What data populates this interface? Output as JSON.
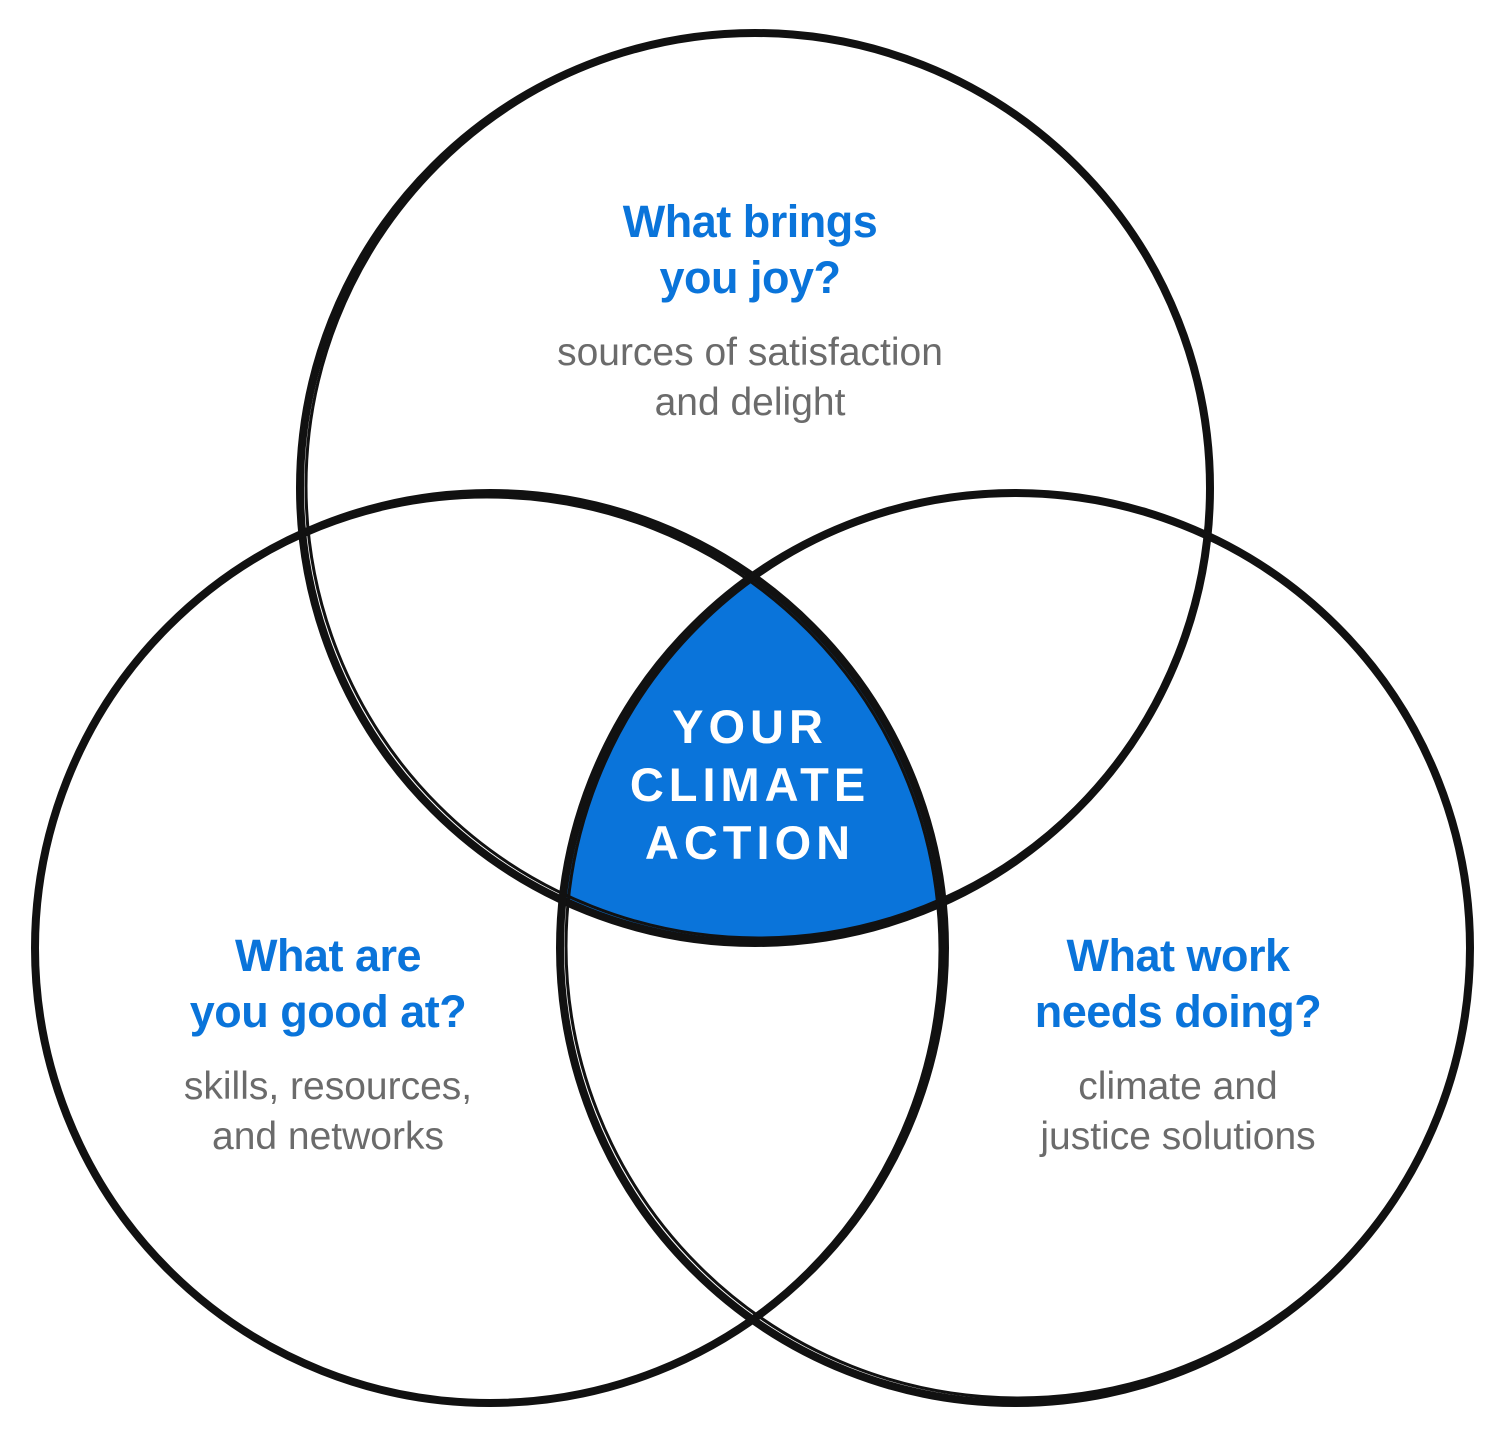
{
  "colors": {
    "accent": "#0a74da",
    "center_fill": "#0a74da",
    "outline": "#111111",
    "question": "#0a74da",
    "description": "#6b6b6b",
    "center_text": "#ffffff"
  },
  "circles": {
    "top": {
      "question_lines": [
        "What brings",
        "you joy?"
      ],
      "description_lines": [
        "sources of satisfaction",
        "and delight"
      ]
    },
    "left": {
      "question_lines": [
        "What are",
        "you good at?"
      ],
      "description_lines": [
        "skills, resources,",
        "and networks"
      ]
    },
    "right": {
      "question_lines": [
        "What work",
        "needs doing?"
      ],
      "description_lines": [
        "climate and",
        "justice solutions"
      ]
    }
  },
  "center": {
    "lines": [
      "YOUR",
      "CLIMATE",
      "ACTION"
    ]
  }
}
